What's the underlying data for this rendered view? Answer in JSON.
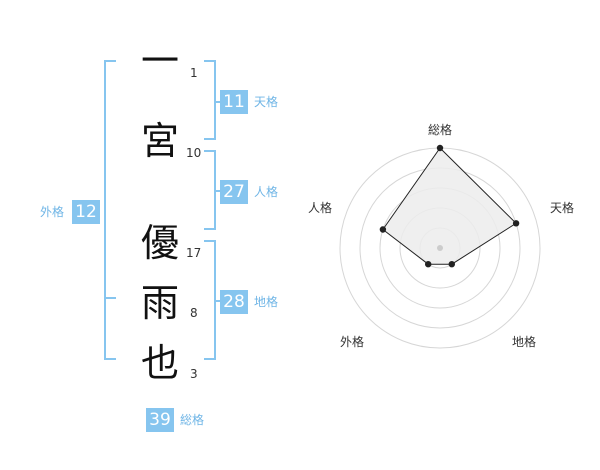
{
  "name_chars": [
    {
      "char": "一",
      "strokes": "1"
    },
    {
      "char": "宮",
      "strokes": "10"
    },
    {
      "char": "優",
      "strokes": "17"
    },
    {
      "char": "雨",
      "strokes": "8"
    },
    {
      "char": "也",
      "strokes": "3"
    }
  ],
  "fortune": {
    "tenkaku": {
      "value": "11",
      "label": "天格"
    },
    "jinkaku": {
      "value": "27",
      "label": "人格"
    },
    "chikaku": {
      "value": "28",
      "label": "地格"
    },
    "gaikaku": {
      "value": "12",
      "label": "外格"
    },
    "soukaku": {
      "value": "39",
      "label": "総格"
    }
  },
  "colors": {
    "accent": "#86c5ef",
    "accent_text": "#6fb5e6"
  },
  "chart_data": {
    "type": "radar",
    "axes": [
      "総格",
      "天格",
      "地格",
      "外格",
      "人格"
    ],
    "max": 5,
    "values": [
      5,
      4,
      1,
      1,
      3
    ]
  }
}
